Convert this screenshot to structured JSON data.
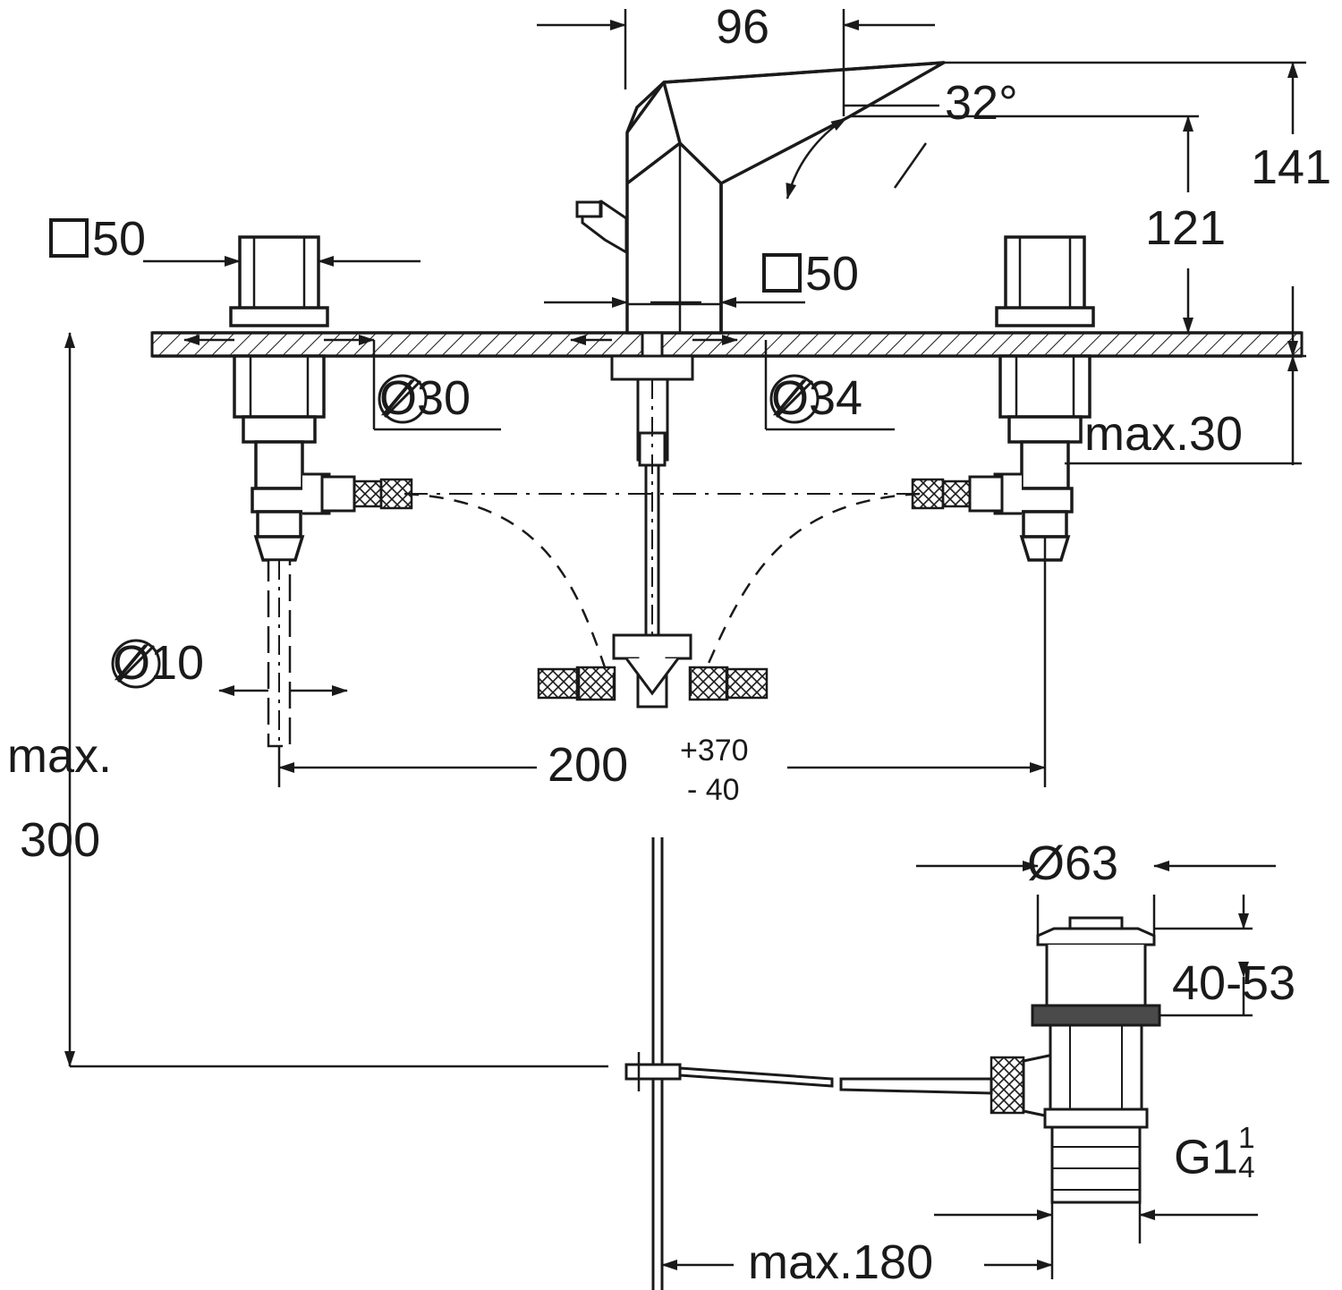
{
  "drawing": {
    "type": "technical-dimension-drawing",
    "subject": "3-hole basin mixer with pop-up waste",
    "units": "mm",
    "line_color": "#1a1a1a",
    "background": "#ffffff"
  },
  "dimensions": {
    "spout_reach": "96",
    "spout_angle": "32°",
    "total_height": "141",
    "spout_height": "121",
    "handle_square_left": "50",
    "handle_square_center": "50",
    "hole_diameter_handle": "Ø30",
    "hole_diameter_spout": "Ø34",
    "deck_thickness": "max.30",
    "tail_diameter": "Ø10",
    "spread_base": "200",
    "spread_tol_plus": "+370",
    "spread_tol_minus": "- 40",
    "max_label": "max.",
    "max_value": "300",
    "waste_flange_diameter": "Ø63",
    "waste_adjust_range": "40-53",
    "waste_thread": "G1",
    "waste_thread_fraction_num": "1",
    "waste_thread_fraction_den": "4",
    "rod_reach": "max.180"
  },
  "symbols": {
    "square_symbol": "□",
    "diameter_symbol": "Ø",
    "degree_symbol": "°"
  }
}
